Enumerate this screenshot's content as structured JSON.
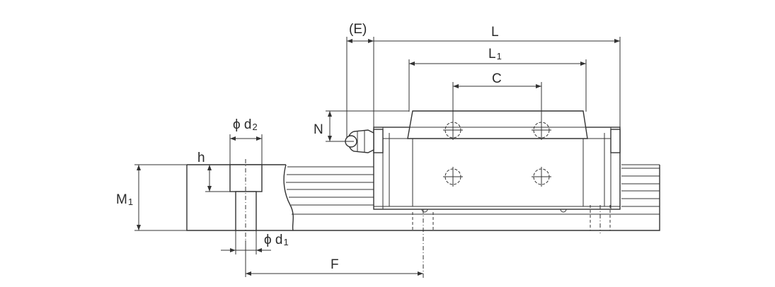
{
  "diagram": {
    "labels": {
      "E": "(E)",
      "L": "L",
      "L1_main": "L",
      "L1_sub": "1",
      "C": "C",
      "N": "N",
      "phi_d2_main": "ϕ d",
      "phi_d2_sub": "2",
      "h": "h",
      "M1_main": "M",
      "M1_sub": "1",
      "phi_d1_main": "ϕ d",
      "phi_d1_sub": "1",
      "F": "F"
    }
  }
}
